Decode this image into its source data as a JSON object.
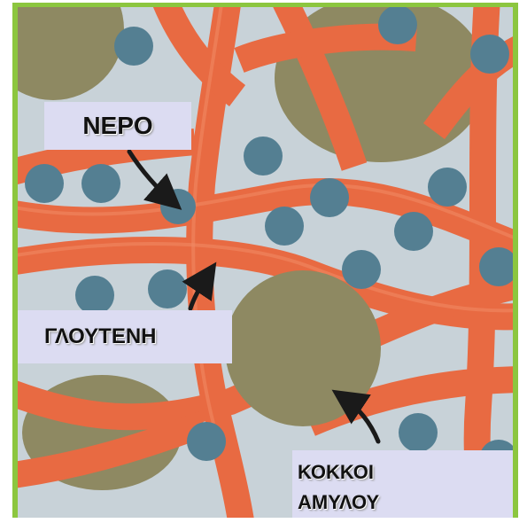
{
  "labels": {
    "water": "ΝΕΡΟ",
    "gluten": "ΓΛΟΥΤΕΝΗ",
    "starch_line1": "ΚΟΚΚΟΙ",
    "starch_line2": "ΑΜΥΛΟΥ"
  },
  "colors": {
    "frame_border": "#8cc63f",
    "background": "#c8d2d8",
    "gluten_strand": "#e86a42",
    "gluten_highlight": "#f08a66",
    "starch_granule": "#8e8962",
    "water_molecule": "#547f92",
    "label_box": "#dcdcf2",
    "arrow": "#1a1a1a"
  },
  "icons": {
    "arrow": "arrow-pointer-icon"
  }
}
